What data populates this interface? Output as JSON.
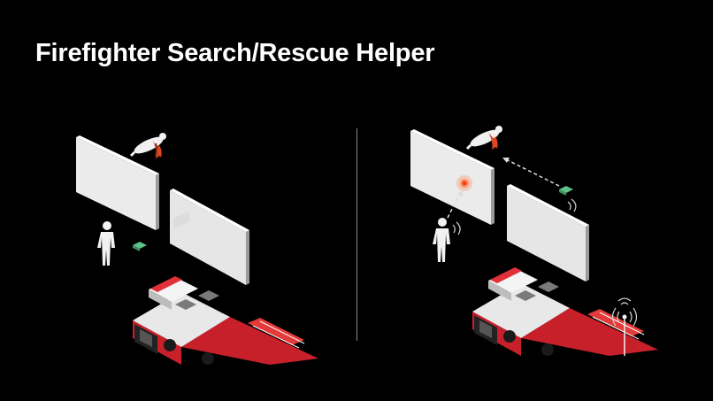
{
  "slide": {
    "title": "Firefighter Search/Rescue Helper",
    "colors": {
      "background": "#000000",
      "wall": "#e8e8e8",
      "truck_red": "#c8202a",
      "victim_fire": "#d9481f",
      "device": "#5fc18a",
      "signal": "#ff6a2a"
    }
  },
  "scenes": [
    {
      "id": "without-helper",
      "elements": [
        "wall",
        "wall",
        "firefighter",
        "device",
        "victim",
        "fire-truck"
      ]
    },
    {
      "id": "with-helper",
      "elements": [
        "wall",
        "wall",
        "firefighter",
        "device",
        "victim",
        "fire-truck",
        "beacon",
        "signal-path"
      ]
    }
  ]
}
